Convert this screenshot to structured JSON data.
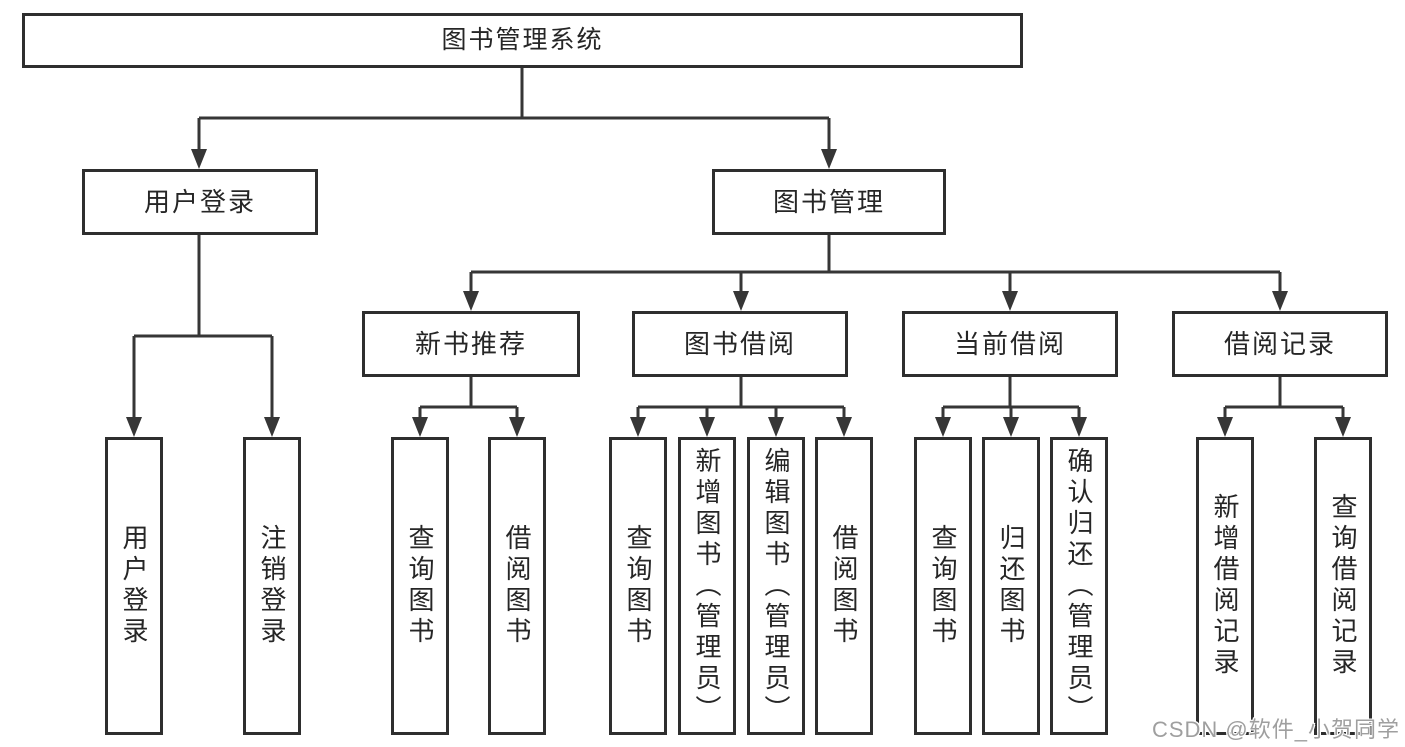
{
  "tree": {
    "root": {
      "label": "图书管理系统"
    },
    "branches": [
      {
        "label": "用户登录",
        "children": [
          "用户登录",
          "注销登录"
        ]
      },
      {
        "label": "图书管理",
        "sections": [
          {
            "label": "新书推荐",
            "children": [
              "查询图书",
              "借阅图书"
            ]
          },
          {
            "label": "图书借阅",
            "children": [
              "查询图书",
              "新增图书（管理员）",
              "编辑图书（管理员）",
              "借阅图书"
            ]
          },
          {
            "label": "当前借阅",
            "children": [
              "查询图书",
              "归还图书",
              "确认归还（管理员）"
            ]
          },
          {
            "label": "借阅记录",
            "children": [
              "新增借阅记录",
              "查询借阅记录"
            ]
          }
        ]
      }
    ]
  },
  "watermark": {
    "text": "CSDN @软件_小贺同学"
  },
  "colors": {
    "line": "#363636",
    "box_border": "#2e2e2e",
    "text": "#262626",
    "watermark": "#9f9f9f",
    "background": "#ffffff"
  }
}
